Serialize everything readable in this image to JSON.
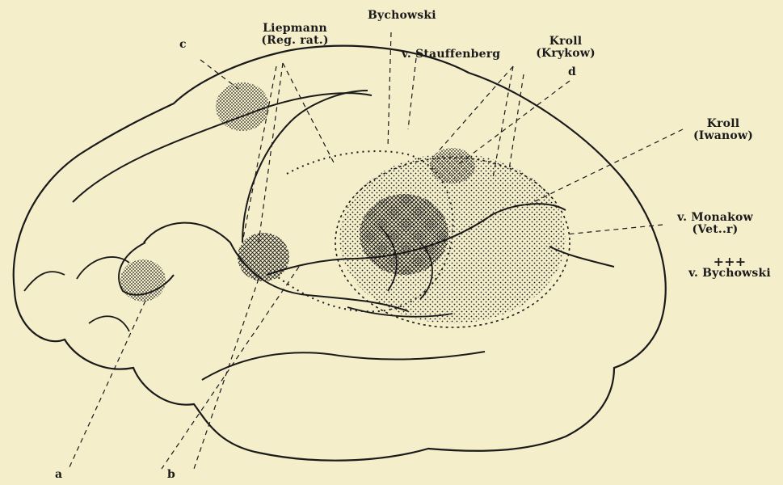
{
  "labels": {
    "liepmann": "Liepmann",
    "liepmann_sub": "(Reg. rat.)",
    "bychowski_top": "Bychowski",
    "stauffenberg": "v. Stauffenberg",
    "kroll_krykow": "Kroll",
    "krykow": "(Krykow)",
    "kroll_iwanow": "Kroll",
    "iwanow": "(Iwanow)",
    "monakow": "v. Monakow",
    "monakow_sub": "(Vet..r)",
    "plus_marks": "+++",
    "bychowski_legend": "v. Bychowski",
    "a": "a",
    "b": "b",
    "c": "c",
    "d": "d"
  },
  "colors": {
    "paper": "#f4eecb",
    "ink": "#1a1a1a"
  }
}
